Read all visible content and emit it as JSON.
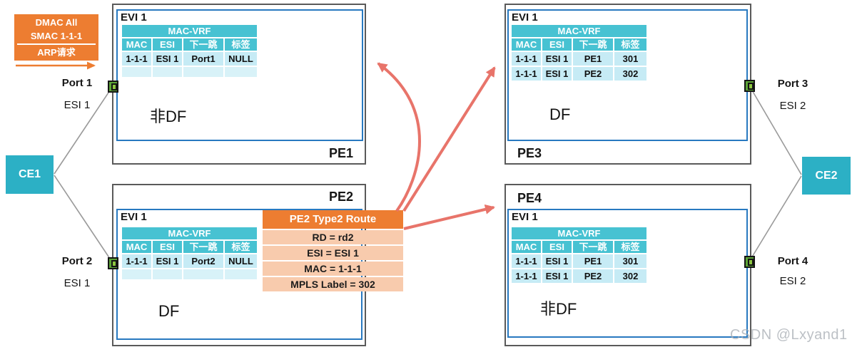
{
  "colors": {
    "teal_header": "#47C2D2",
    "cyan_row": "#C6EBF5",
    "cyan_blank_row": "#D8F2F8",
    "orange": "#ED7D31",
    "light_orange": "#F8CBAD",
    "salmon_arrow": "#E8746A",
    "port_green": "#5CA437",
    "blue_border": "#2879C0",
    "gray_border": "#5a5a5a",
    "ce_teal": "#2CB0C5"
  },
  "legend": {
    "line1": "DMAC All",
    "line2": "SMAC 1-1-1",
    "line3": "ARP请求"
  },
  "vrf": {
    "title": "MAC-VRF",
    "columns": [
      "MAC",
      "ESI",
      "下一跳",
      "标签"
    ]
  },
  "devices": {
    "pe1": {
      "name": "PE1",
      "evi": "EVI 1",
      "role": "非DF",
      "rows": [
        [
          "1-1-1",
          "ESI 1",
          "Port1",
          "NULL"
        ]
      ]
    },
    "pe2": {
      "name": "PE2",
      "evi": "EVI 1",
      "role": "DF",
      "rows": [
        [
          "1-1-1",
          "ESI 1",
          "Port2",
          "NULL"
        ]
      ]
    },
    "pe3": {
      "name": "PE3",
      "evi": "EVI 1",
      "role": "DF",
      "rows": [
        [
          "1-1-1",
          "ESI 1",
          "PE1",
          "301"
        ],
        [
          "1-1-1",
          "ESI 1",
          "PE2",
          "302"
        ]
      ]
    },
    "pe4": {
      "name": "PE4",
      "evi": "EVI 1",
      "role": "非DF",
      "rows": [
        [
          "1-1-1",
          "ESI 1",
          "PE1",
          "301"
        ],
        [
          "1-1-1",
          "ESI 1",
          "PE2",
          "302"
        ]
      ]
    },
    "ce1": {
      "name": "CE1"
    },
    "ce2": {
      "name": "CE2"
    }
  },
  "ports": {
    "port1": {
      "name": "Port 1",
      "esi": "ESI 1"
    },
    "port2": {
      "name": "Port 2",
      "esi": "ESI 1"
    },
    "port3": {
      "name": "Port 3",
      "esi": "ESI 2"
    },
    "port4": {
      "name": "Port 4",
      "esi": "ESI 2"
    }
  },
  "callout": {
    "title": "PE2 Type2 Route",
    "fields": [
      "RD = rd2",
      "ESI = ESI 1",
      "MAC = 1-1-1",
      "MPLS Label = 302"
    ]
  },
  "watermark": "CSDN @Lxyand1"
}
